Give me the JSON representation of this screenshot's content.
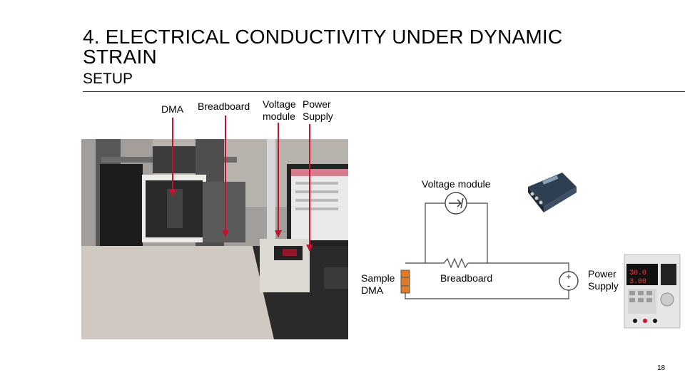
{
  "slide": {
    "title_line1": "4. ELECTRICAL CONDUCTIVITY UNDER DYNAMIC",
    "title_line2": "STRAIN",
    "subtitle": "SETUP",
    "page_number": "18"
  },
  "photo_labels": {
    "dma": "DMA",
    "breadboard": "Breadboard",
    "voltage_module_line1": "Voltage",
    "voltage_module_line2": "module",
    "power_supply_line1": "Power",
    "power_supply_line2": "Supply"
  },
  "schematic": {
    "voltage_module": "Voltage module",
    "sample_line1": "Sample",
    "sample_line2": "DMA",
    "breadboard": "Breadboard",
    "power_supply_line1": "Power",
    "power_supply_line2": "Supply",
    "plus_sign": "+",
    "minus_sign": "-"
  },
  "colors": {
    "arrow": "#c8102e",
    "wire": "#444444",
    "sample_fill": "#e07b29"
  }
}
